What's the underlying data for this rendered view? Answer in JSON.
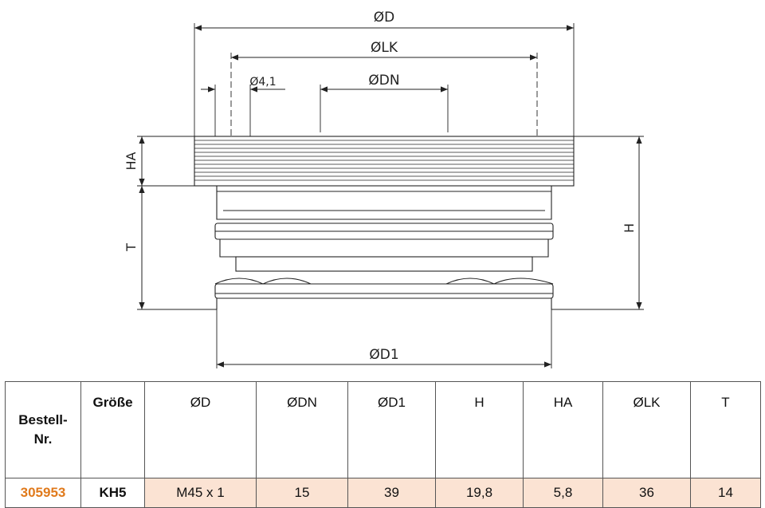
{
  "drawing": {
    "labels": {
      "d": "ØD",
      "lk": "ØLK",
      "hole": "Ø4,1",
      "dn": "ØDN",
      "ha": "HA",
      "t": "T",
      "h": "H",
      "d1": "ØD1"
    },
    "line_color": "#222222"
  },
  "table": {
    "headers": {
      "order_line1": "Bestell-",
      "order_line2": "Nr.",
      "size": "Größe",
      "cols": [
        "ØD",
        "ØDN",
        "ØD1",
        "H",
        "HA",
        "ØLK",
        "T"
      ]
    },
    "row": {
      "order_no": "305953",
      "size": "KH5",
      "values": [
        "M45 x 1",
        "15",
        "39",
        "19,8",
        "5,8",
        "36",
        "14"
      ]
    },
    "colors": {
      "order_no": "#e07a1c",
      "row_fill": "#fbe3d3",
      "border": "#555555"
    }
  }
}
